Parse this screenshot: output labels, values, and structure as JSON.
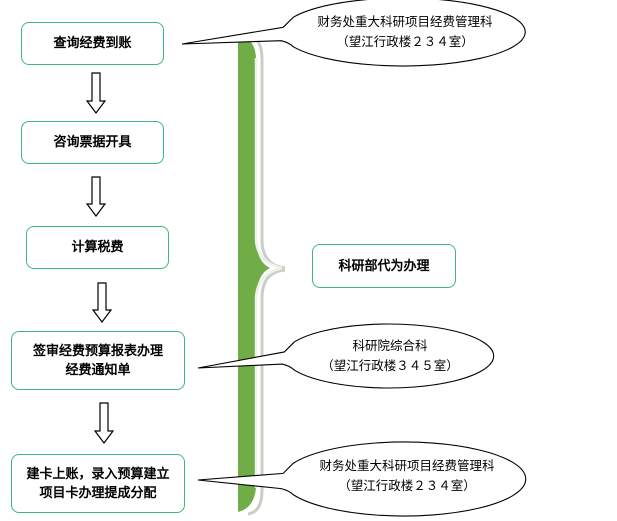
{
  "colors": {
    "step_border": "#3cb878",
    "bracket_fill": "#70ad47",
    "bracket_shadow": "#c8cfc4",
    "callout_stroke": "#000000",
    "text": "#000000"
  },
  "steps": [
    {
      "id": "step-1",
      "lines": [
        "查询经费到账"
      ]
    },
    {
      "id": "step-2",
      "lines": [
        "咨询票据开具"
      ]
    },
    {
      "id": "step-3",
      "lines": [
        "计算税费"
      ]
    },
    {
      "id": "step-4",
      "lines": [
        "签审经费预算报表办理",
        "经费通知单"
      ]
    },
    {
      "id": "step-5",
      "lines": [
        "建卡上账，录入预算建立",
        "项目卡办理提成分配"
      ]
    }
  ],
  "bracket_label": {
    "text": "科研部代为办理"
  },
  "callouts": [
    {
      "id": "callout-1",
      "for_step": "step-1",
      "line1": "财务处重大科研项目经费管理科",
      "line2": "（望江行政楼２３４室）"
    },
    {
      "id": "callout-2",
      "for_step": "step-4",
      "line1": "科研院综合科",
      "line2": "（望江行政楼３４５室）"
    },
    {
      "id": "callout-3",
      "for_step": "step-5",
      "line1": "财务处重大科研项目经费管理科",
      "line2": "（望江行政楼２３４室）"
    }
  ],
  "arrows": [
    {
      "from": "step-1",
      "to": "step-2"
    },
    {
      "from": "step-2",
      "to": "step-3"
    },
    {
      "from": "step-3",
      "to": "step-4"
    },
    {
      "from": "step-4",
      "to": "step-5"
    }
  ]
}
